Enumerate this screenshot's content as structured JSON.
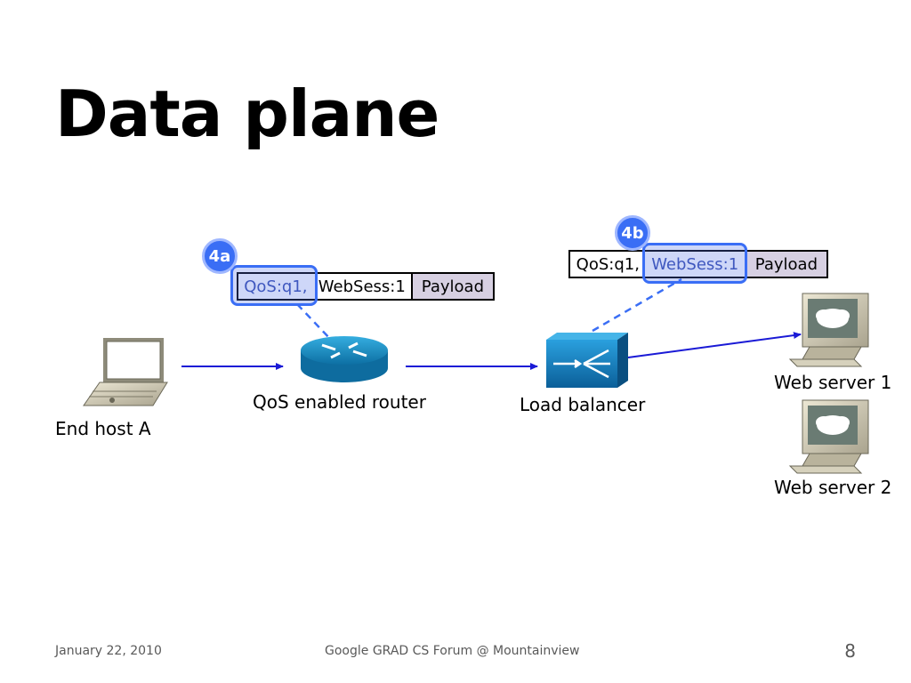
{
  "slide": {
    "title": "Data plane",
    "footer_date": "January 22, 2010",
    "footer_center": "Google GRAD CS Forum @ Mountainview",
    "page_number": "8"
  },
  "nodes": {
    "end_host": "End host A",
    "router": "QoS enabled router",
    "load_balancer": "Load balancer",
    "web_server_1": "Web server 1",
    "web_server_2": "Web server 2"
  },
  "header_a": {
    "badge": "4a",
    "qos": "QoS:q1,",
    "websess": "WebSess:1",
    "payload": "Payload"
  },
  "header_b": {
    "badge": "4b",
    "qos": "QoS:q1,",
    "websess": "WebSess:1",
    "payload": "Payload"
  },
  "colors": {
    "arrow": "#1a1ad6",
    "highlight": "#3a6ef5",
    "payload_fill": "#d7d0e2",
    "router": "#1b92c9",
    "load_balancer": "#1488c8"
  }
}
